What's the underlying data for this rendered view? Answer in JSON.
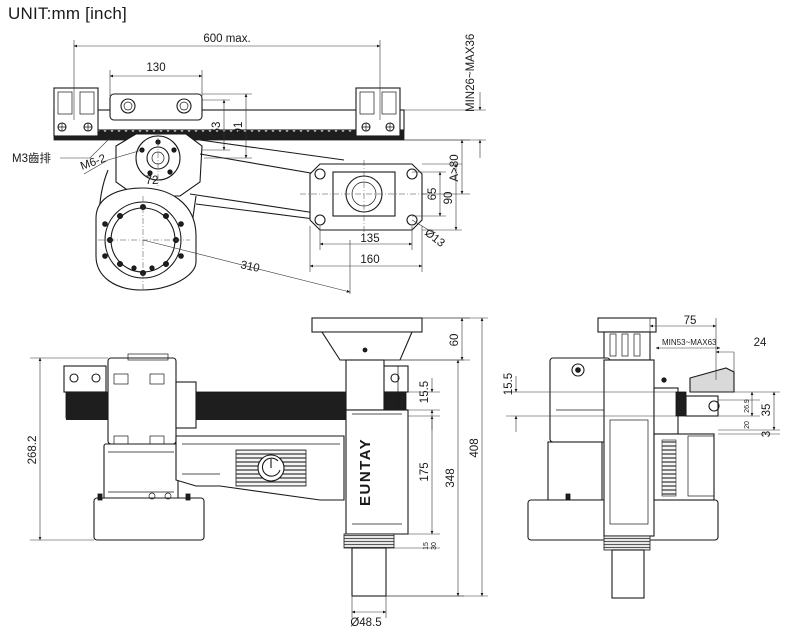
{
  "title": "UNIT:mm [inch]",
  "brand": "EUNTAY",
  "top_view": {
    "dims": {
      "max_travel": "600 max.",
      "mount_130": "130",
      "min_max": "MIN26~MAX36",
      "d53": "53",
      "d91": "91",
      "rack_label": "M3齒排",
      "bolt_label": "M6-2",
      "d72": "72",
      "a80": "A>80",
      "d65": "65",
      "d90": "90",
      "d135": "135",
      "d160": "160",
      "d13": "Ø13",
      "d310": "310"
    }
  },
  "front_view": {
    "dims": {
      "d60": "60",
      "d15_5": "15.5",
      "d268": "268.2",
      "d408": "408",
      "d348": "348",
      "d175": "175",
      "d15": "15",
      "d30": "30",
      "d48": "Ø48.5"
    }
  },
  "side_view": {
    "dims": {
      "d75": "75",
      "min_max": "MIN53~MAX63",
      "d24": "24",
      "d15_5": "15.5",
      "d35": "35",
      "d3": "3",
      "d26_9": "26.9",
      "d20": "20"
    }
  }
}
